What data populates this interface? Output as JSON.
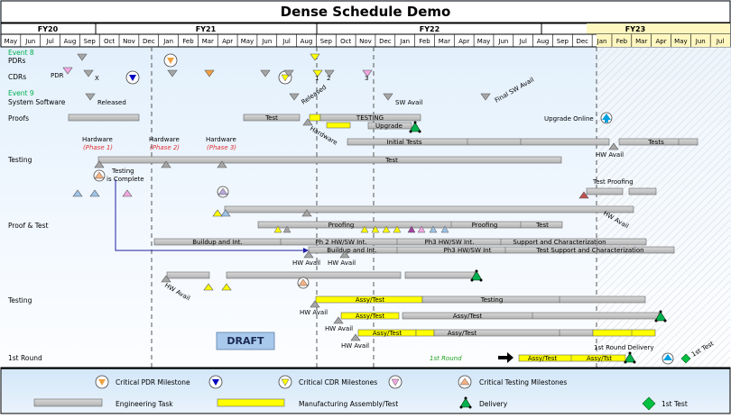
{
  "title": "Dense Schedule Demo",
  "fiscal_years": [
    "FY20",
    "FY21",
    "FY22",
    "FY23"
  ],
  "months": [
    "May",
    "Jun",
    "Jul",
    "Aug",
    "Sep",
    "Oct",
    "Nov",
    "Dec",
    "Jan",
    "Feb",
    "Mar",
    "Apr",
    "May",
    "Jun",
    "Jul",
    "Aug",
    "Sep",
    "Oct",
    "Nov",
    "Dec",
    "Jan",
    "Feb",
    "Mar",
    "Apr",
    "May",
    "Jun",
    "Jul",
    "Aug",
    "Sep",
    "Dec",
    "Jan",
    "Feb",
    "Mar",
    "Apr",
    "May",
    "Jun",
    "Jul"
  ],
  "row_labels": {
    "event8": "Event 8",
    "pdrs": "PDRs",
    "cdrs": "CDRs",
    "event9": "Event 9",
    "system_software": "System Software",
    "proofs": "Proofs",
    "testing_top": "Testing",
    "proof_test": "Proof & Test",
    "testing_bottom": "Testing",
    "first_round": "1st Round"
  },
  "annotations": {
    "pdr": "PDR",
    "x": "X",
    "one": "1",
    "two": "2",
    "three": "3",
    "released1": "Released",
    "released2": "Released",
    "sw_avail": "SW Avail",
    "final_sw_avail": "Final SW Avail",
    "upgrade_online": "Upgrade Online",
    "hardware_diag": "Hardware",
    "hardware": "Hardware",
    "phase1": "(Phase 1)",
    "phase2": "(Phase 2)",
    "phase3": "(Phase 3)",
    "testing_is": "Testing",
    "is_complete": "is Complete",
    "hw_avail_r1": "HW Avail",
    "test_proofing": "Test Proofing",
    "hw_avail_diag1": "HW Avail",
    "hw_avail_a": "HW Avail",
    "hw_avail_b": "HW Avail",
    "hw_avail_diag2": "HW Avail",
    "hw_avail_c": "HW Avail",
    "hw_avail_d": "HW Avail",
    "hw_avail_e": "HW Avail",
    "first_round_italic": "1st Round",
    "first_round_delivery": "1st Round Delivery",
    "first_test": "1st Test",
    "draft": "DRAFT"
  },
  "bars": {
    "test": "Test",
    "testing": "TESTING",
    "upgrade": "Upgrade",
    "initial_tests": "Initial Tests",
    "tests": "Tests",
    "test_long": "Test",
    "proofing1": "Proofing",
    "proofing2": "Proofing",
    "test_small": "Test",
    "buildup1": "Buildup and Int.",
    "ph2": "Ph 2 HW/SW Int.",
    "ph3": "Ph3 HW/SW Int.",
    "support": "Support and Characterization",
    "buildup2": "Buildup and Int.",
    "ph3b": "Ph3 HW/SW Int",
    "test_support": "Test Support and Characterization",
    "assy1": "Assy/Test",
    "testing2": "Testing",
    "assy2": "Assy/Test",
    "assy3": "Assy/Test",
    "assy4": "Assy/Test",
    "assy5": "Assy/Test",
    "assy6": "Assy/Test",
    "assy7": "Assy/Tst"
  },
  "legend": {
    "critical_pdr": "Critical PDR Milestone",
    "critical_cdr": "Critical CDR Milestones",
    "critical_testing": "Critical Testing Milestones",
    "engineering_task": "Engineering Task",
    "manufacturing": "Manufacturing Assembly/Test",
    "delivery": "Delivery",
    "first_test": "1st Test"
  },
  "colors": {
    "task_gray": "#c8c8c8",
    "manufacturing_yellow": "#ffff00",
    "delivery_green": "#00b050",
    "event_green": "#00b050",
    "phase_red": "#e03030",
    "round_green": "#20a020",
    "draft_blue": "#a9c9ec"
  }
}
